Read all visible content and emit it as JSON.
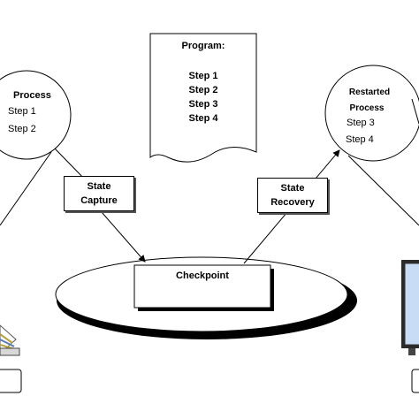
{
  "program": {
    "title": "Program:",
    "steps": [
      "Step 1",
      "Step 2",
      "Step 3",
      "Step 4"
    ]
  },
  "process": {
    "title": "Process",
    "steps": [
      "Step 1",
      "Step 2"
    ]
  },
  "restarted": {
    "title_line1": "Restarted",
    "title_line2": "Process",
    "steps": [
      "Step 3",
      "Step 4"
    ]
  },
  "state_capture": {
    "line1": "State",
    "line2": "Capture"
  },
  "state_recovery": {
    "line1": "State",
    "line2": "Recovery"
  },
  "checkpoint": {
    "label": "Checkpoint"
  },
  "colors": {
    "stroke": "#000000",
    "shadow": "#111111",
    "monitor": "#c9dcf5"
  }
}
